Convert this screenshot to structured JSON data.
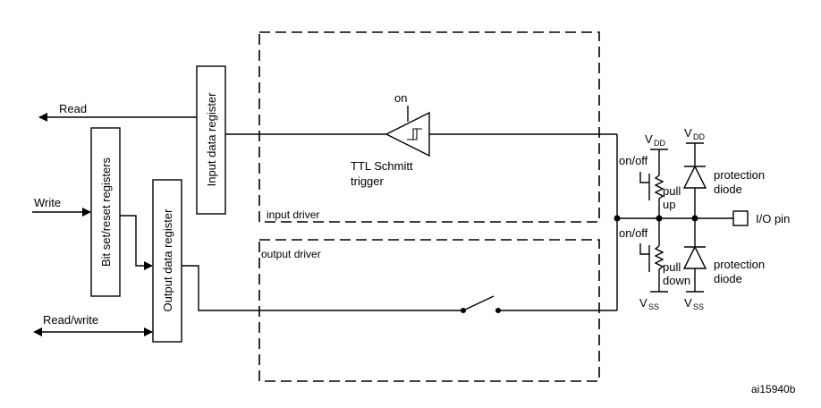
{
  "blocks": {
    "input_data_register": "Input data register",
    "bit_set_reset_registers": "Bit set/reset registers",
    "output_data_register": "Output data register"
  },
  "signals": {
    "read": "Read",
    "write": "Write",
    "read_write": "Read/write"
  },
  "regions": {
    "input_driver": "input driver",
    "output_driver": "output driver"
  },
  "schmitt": {
    "enable": "on",
    "label_line1": "TTL Schmitt",
    "label_line2": "trigger"
  },
  "pull_up": {
    "switch": "on/off",
    "label_line1": "pull",
    "label_line2": "up",
    "supply_main": "V",
    "supply_sub": "DD"
  },
  "pull_down": {
    "switch": "on/off",
    "label_line1": "pull",
    "label_line2": "down",
    "supply_main": "V",
    "supply_sub": "SS"
  },
  "protection_top": {
    "label_line1": "protection",
    "label_line2": "diode",
    "supply_main": "V",
    "supply_sub": "DD"
  },
  "protection_bottom": {
    "label_line1": "protection",
    "label_line2": "diode",
    "supply_main": "V",
    "supply_sub": "SS"
  },
  "io_pin": "I/O pin",
  "figure_id": "ai15940b"
}
